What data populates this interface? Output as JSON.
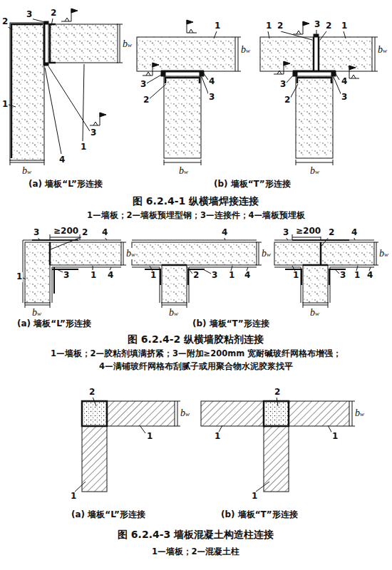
{
  "diagram": {
    "labels": [
      "2",
      "3",
      "2",
      "1",
      "1",
      "3",
      "4",
      "bw",
      "bw",
      "1",
      "4",
      "3",
      "2",
      "3",
      "bw",
      "bw",
      "1",
      "2",
      "3",
      "2",
      "1",
      "4",
      "3",
      "2",
      "3",
      "bw",
      "bw",
      "(a) 墙板“L”形连接",
      "(b) 墙板“T”形连接",
      "图 6.2.4-1 纵横墙焊接连接",
      "1—墙板；2—墙板预埋型钢；3—连接件；4—墙板预埋板",
      "3",
      "≥200",
      "2",
      "4",
      "1",
      "3",
      "1",
      "4",
      "bw",
      "bw",
      "4",
      "1",
      "2",
      "3",
      "1",
      "4",
      "bw",
      "bw",
      "3",
      "≥200",
      "2",
      "4",
      "1",
      "3",
      "1",
      "4",
      "bw",
      "bw",
      "(a) 墙板“L”形连接",
      "(b) 墙板“T”形连接",
      "图 6.2.4-2 纵横墙胶粘剂连接",
      "1—墙板；2—胶粘剂填满挤紧；3—附加≥200mm 宽耐碱玻纤网格布增强；",
      "4—满铺玻纤网格布刮腻子或用聚合物水泥胶浆找平",
      "2",
      "1",
      "1",
      "bw",
      "2",
      "1",
      "1",
      "1",
      "bw",
      "(a) 墙板“L”形连接",
      "(b) 墙板“T”形连接",
      "图 6.2.4-3 墙板混凝土构造柱连接",
      "1—墙板；2—混凝土柱"
    ]
  }
}
